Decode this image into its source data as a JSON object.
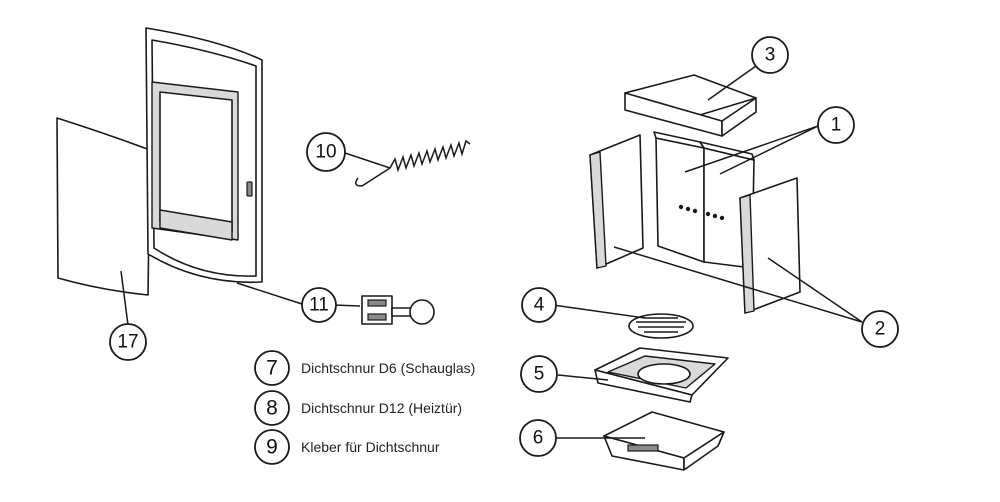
{
  "callouts": {
    "c1": "1",
    "c2": "2",
    "c3": "3",
    "c4": "4",
    "c5": "5",
    "c6": "6",
    "c10": "10",
    "c11": "11",
    "c17": "17"
  },
  "legend": [
    {
      "number": "7",
      "label": "Dichtschnur D6 (Schauglas)"
    },
    {
      "number": "8",
      "label": "Dichtschnur D12 (Heiztür)"
    },
    {
      "number": "9",
      "label": "Kleber für Dichtschnur"
    }
  ]
}
